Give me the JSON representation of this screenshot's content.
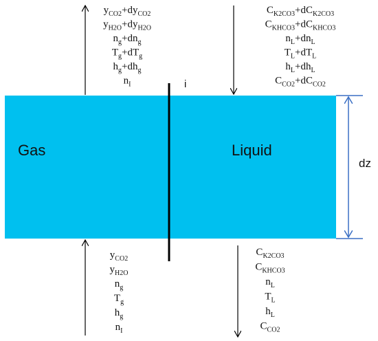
{
  "colors": {
    "slab": "#00c0ef",
    "dimension_line": "#3a6fc4",
    "interface_line": "#000000",
    "arrow": "#000000"
  },
  "labels": {
    "gas": "Gas",
    "liquid": "Liquid",
    "interface": "i",
    "height": "dz"
  },
  "gas_top": [
    [
      {
        "t": "y"
      },
      {
        "t": "CO2",
        "sub": true
      },
      {
        "t": "+dy"
      },
      {
        "t": "CO2",
        "sub": true
      }
    ],
    [
      {
        "t": "y"
      },
      {
        "t": "H2O",
        "sub": true
      },
      {
        "t": "+dy"
      },
      {
        "t": "H2O",
        "sub": true
      }
    ],
    [
      {
        "t": "n"
      },
      {
        "t": "g",
        "sub": true
      },
      {
        "t": "+dn"
      },
      {
        "t": "g",
        "sub": true
      }
    ],
    [
      {
        "t": "T"
      },
      {
        "t": "g",
        "sub": true
      },
      {
        "t": "+dT"
      },
      {
        "t": "g",
        "sub": true
      }
    ],
    [
      {
        "t": "h"
      },
      {
        "t": "g",
        "sub": true
      },
      {
        "t": "+dh"
      },
      {
        "t": "g",
        "sub": true
      }
    ],
    [
      {
        "t": "n"
      },
      {
        "t": "I",
        "sub": true
      }
    ]
  ],
  "liquid_top": [
    [
      {
        "t": "C"
      },
      {
        "t": "K2CO3",
        "sub": true
      },
      {
        "t": "+dC"
      },
      {
        "t": "K2CO3",
        "sub": true
      }
    ],
    [
      {
        "t": "C"
      },
      {
        "t": "KHCO3",
        "sub": true
      },
      {
        "t": "+dC"
      },
      {
        "t": "KHCO3",
        "sub": true
      }
    ],
    [
      {
        "t": "n"
      },
      {
        "t": "L",
        "sub": true
      },
      {
        "t": "+dn"
      },
      {
        "t": "L",
        "sub": true
      }
    ],
    [
      {
        "t": "T"
      },
      {
        "t": "L",
        "sub": true
      },
      {
        "t": "+dT"
      },
      {
        "t": "L",
        "sub": true
      }
    ],
    [
      {
        "t": "h"
      },
      {
        "t": "L",
        "sub": true
      },
      {
        "t": "+dh"
      },
      {
        "t": "L",
        "sub": true
      }
    ],
    [
      {
        "t": "C"
      },
      {
        "t": "CO2",
        "sub": true
      },
      {
        "t": "+dC"
      },
      {
        "t": "CO2",
        "sub": true
      }
    ]
  ],
  "gas_bottom": [
    [
      {
        "t": "y"
      },
      {
        "t": "CO2",
        "sub": true
      }
    ],
    [
      {
        "t": "y"
      },
      {
        "t": "H2O",
        "sub": true
      }
    ],
    [
      {
        "t": "n"
      },
      {
        "t": "g",
        "sub": true
      }
    ],
    [
      {
        "t": "T"
      },
      {
        "t": "g",
        "sub": true
      }
    ],
    [
      {
        "t": "h"
      },
      {
        "t": "g",
        "sub": true
      }
    ],
    [
      {
        "t": "n"
      },
      {
        "t": "I",
        "sub": true
      }
    ]
  ],
  "liquid_bottom": [
    [
      {
        "t": "C"
      },
      {
        "t": "K2CO3",
        "sub": true
      }
    ],
    [
      {
        "t": "C"
      },
      {
        "t": "KHCO3",
        "sub": true
      }
    ],
    [
      {
        "t": "n"
      },
      {
        "t": "L",
        "sub": true
      }
    ],
    [
      {
        "t": "T"
      },
      {
        "t": "L",
        "sub": true
      }
    ],
    [
      {
        "t": "h"
      },
      {
        "t": "L",
        "sub": true
      }
    ],
    [
      {
        "t": "C"
      },
      {
        "t": "CO2",
        "sub": true
      }
    ]
  ]
}
